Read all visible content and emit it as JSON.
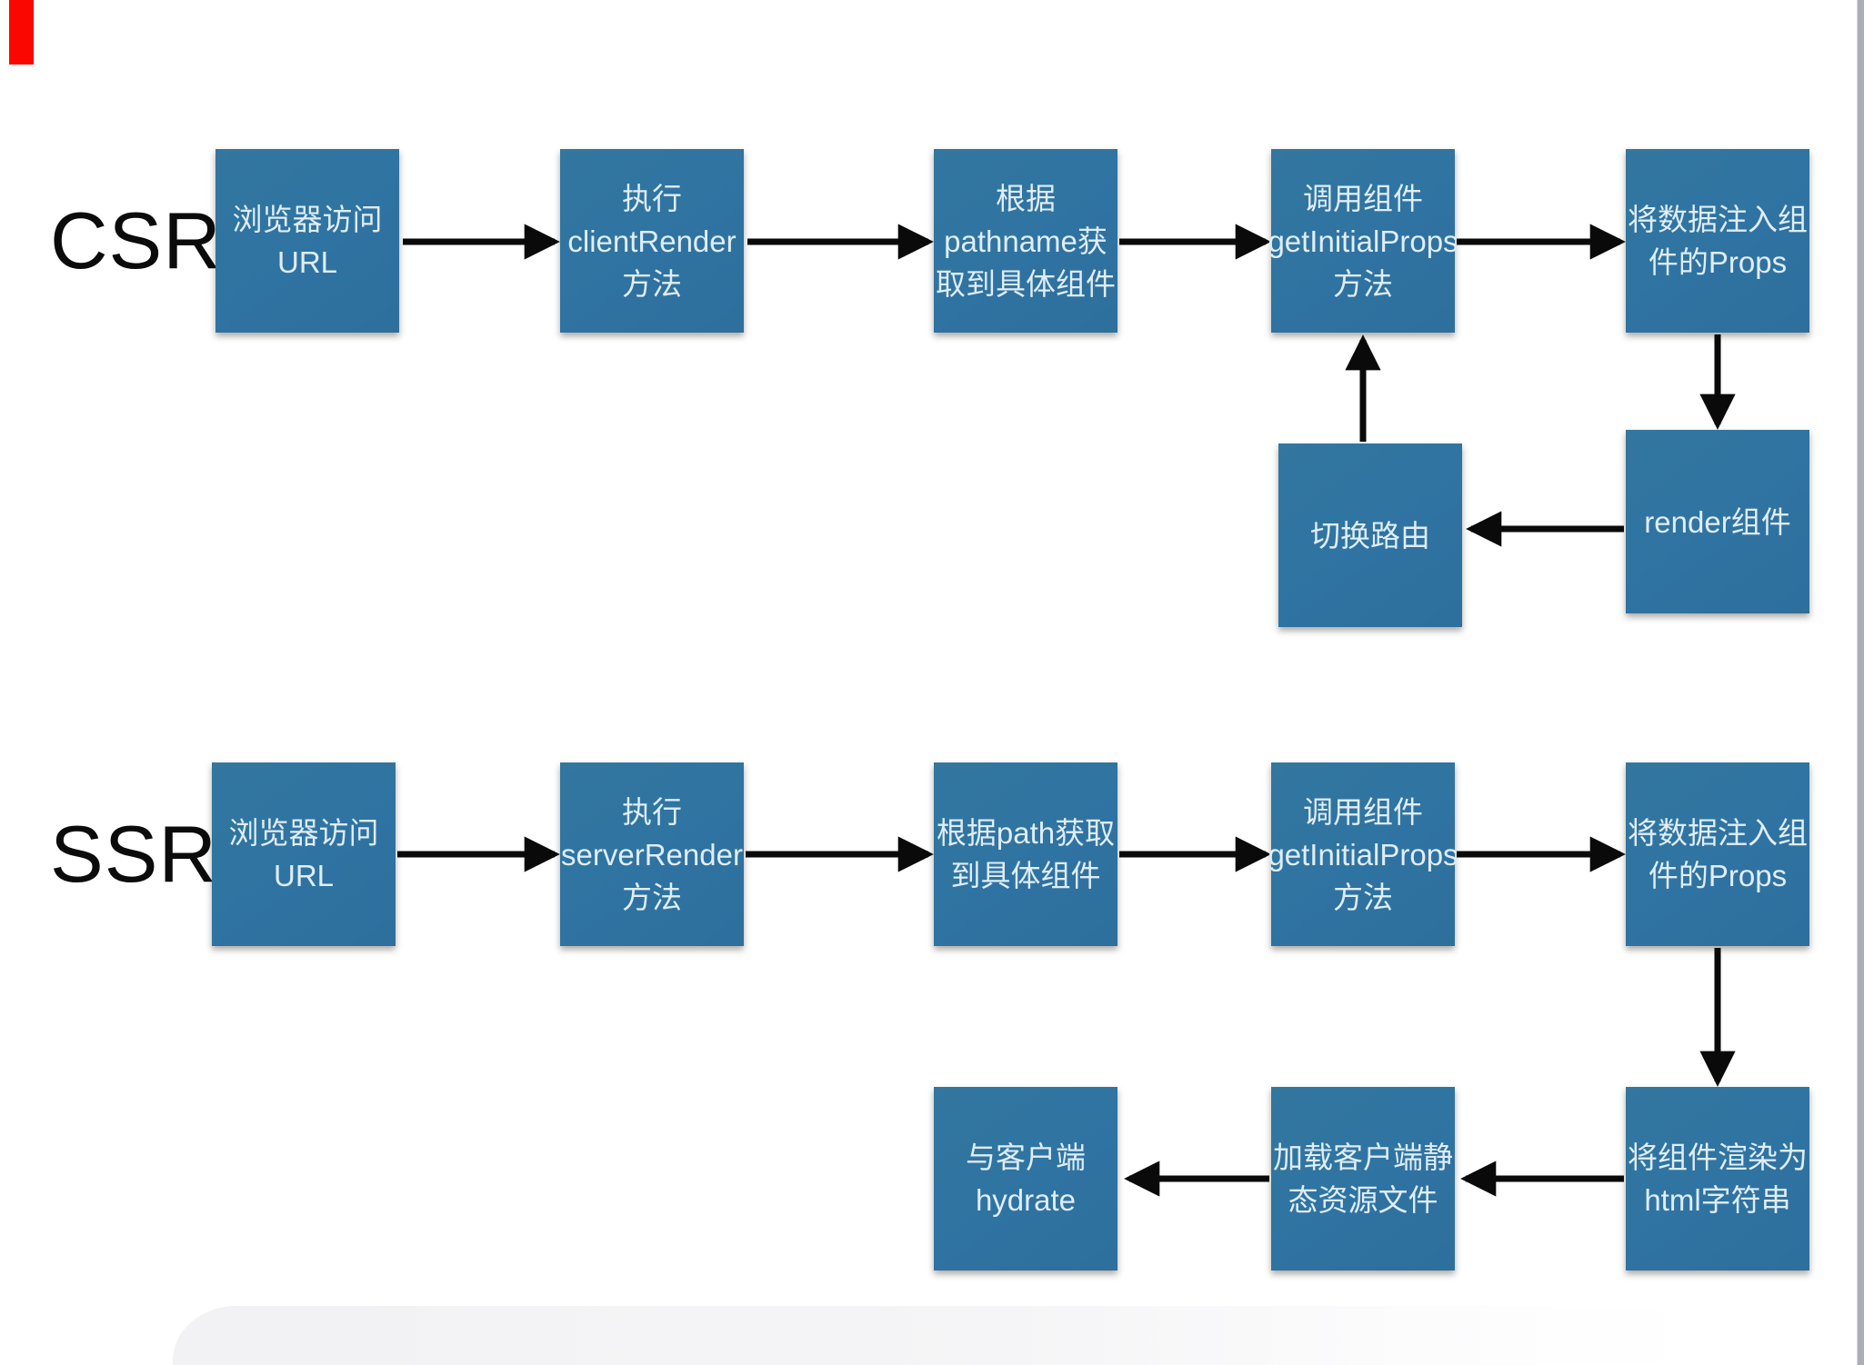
{
  "colors": {
    "node_blue": "#3074a3",
    "node_text": "#dfedf5",
    "arrow_black": "#0a0a0a",
    "red_marker": "#fb0702",
    "scrollbar_gray": "#aab0b6",
    "bottom_panel_gray": "#f2f2f4"
  },
  "csr": {
    "label": "CSR",
    "node1": {
      "text": "浏览器访问\nURL"
    },
    "node2": {
      "text": "执行\nclientRender\n方法"
    },
    "node3": {
      "text": "根据\npathname获\n取到具体组件"
    },
    "node4": {
      "text": "调用组件\ngetInitialProps\n方法"
    },
    "node5": {
      "text": "将数据注入组\n件的Props"
    },
    "node_route": {
      "text": "切换路由"
    },
    "node_render": {
      "text": "render组件"
    }
  },
  "ssr": {
    "label": "SSR",
    "node1": {
      "text": "浏览器访问\nURL"
    },
    "node2": {
      "text": "执行\nserverRender\n方法"
    },
    "node3": {
      "text": "根据path获取\n到具体组件"
    },
    "node4": {
      "text": "调用组件\ngetInitialProps\n方法"
    },
    "node5": {
      "text": "将数据注入组\n件的Props"
    },
    "node_render_html": {
      "text": "将组件渲染为\nhtml字符串"
    },
    "node_load_static": {
      "text": "加载客户端静\n态资源文件"
    },
    "node_hydrate": {
      "text": "与客户端\nhydrate"
    }
  }
}
